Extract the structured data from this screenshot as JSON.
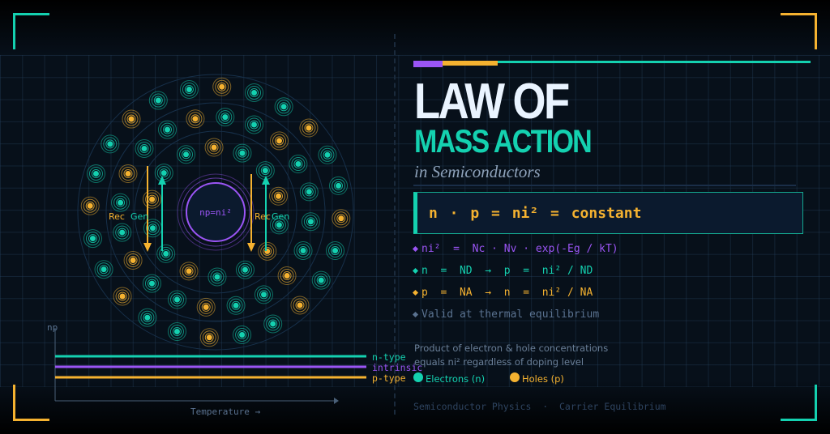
{
  "title": {
    "line1": "LAW OF",
    "line2": "MASS ACTION",
    "subtitle": "in Semiconductors"
  },
  "equation": "n · p  =  ni²  =  constant",
  "formulas": [
    {
      "text": "ni²  =  Nc · Nv · exp(-Eg / kT)",
      "color": "#9b55f5"
    },
    {
      "text": "n  =  ND  →  p  =  ni² / ND",
      "color": "#14d1b0"
    },
    {
      "text": "p  =  NA  →  n  =  ni² / NA",
      "color": "#f5b230"
    },
    {
      "text": "Valid at thermal equilibrium",
      "color": "#5a7290"
    }
  ],
  "description": {
    "line1": "Product of electron & hole concentrations",
    "line2": "equals ni² regardless of doping level"
  },
  "legend": {
    "electrons": "Electrons (n)",
    "holes": "Holes (p)"
  },
  "footer": "Semiconductor Physics  ·  Carrier Equilibrium",
  "diagram": {
    "center_label": "np=ni²",
    "left_rec": "Rec",
    "left_gen": "Gen",
    "right_rec": "Rec",
    "right_gen": "Gen"
  },
  "chart_data": {
    "type": "line",
    "ylabel": "np",
    "xlabel": "Temperature →",
    "series": [
      {
        "name": "n-type",
        "color": "#14d1b0"
      },
      {
        "name": "intrinsic",
        "color": "#9b55f5"
      },
      {
        "name": "p-type",
        "color": "#f5b230"
      }
    ]
  },
  "colors": {
    "electron": "#14d1b0",
    "hole": "#f5b230",
    "accent": "#9b55f5"
  }
}
